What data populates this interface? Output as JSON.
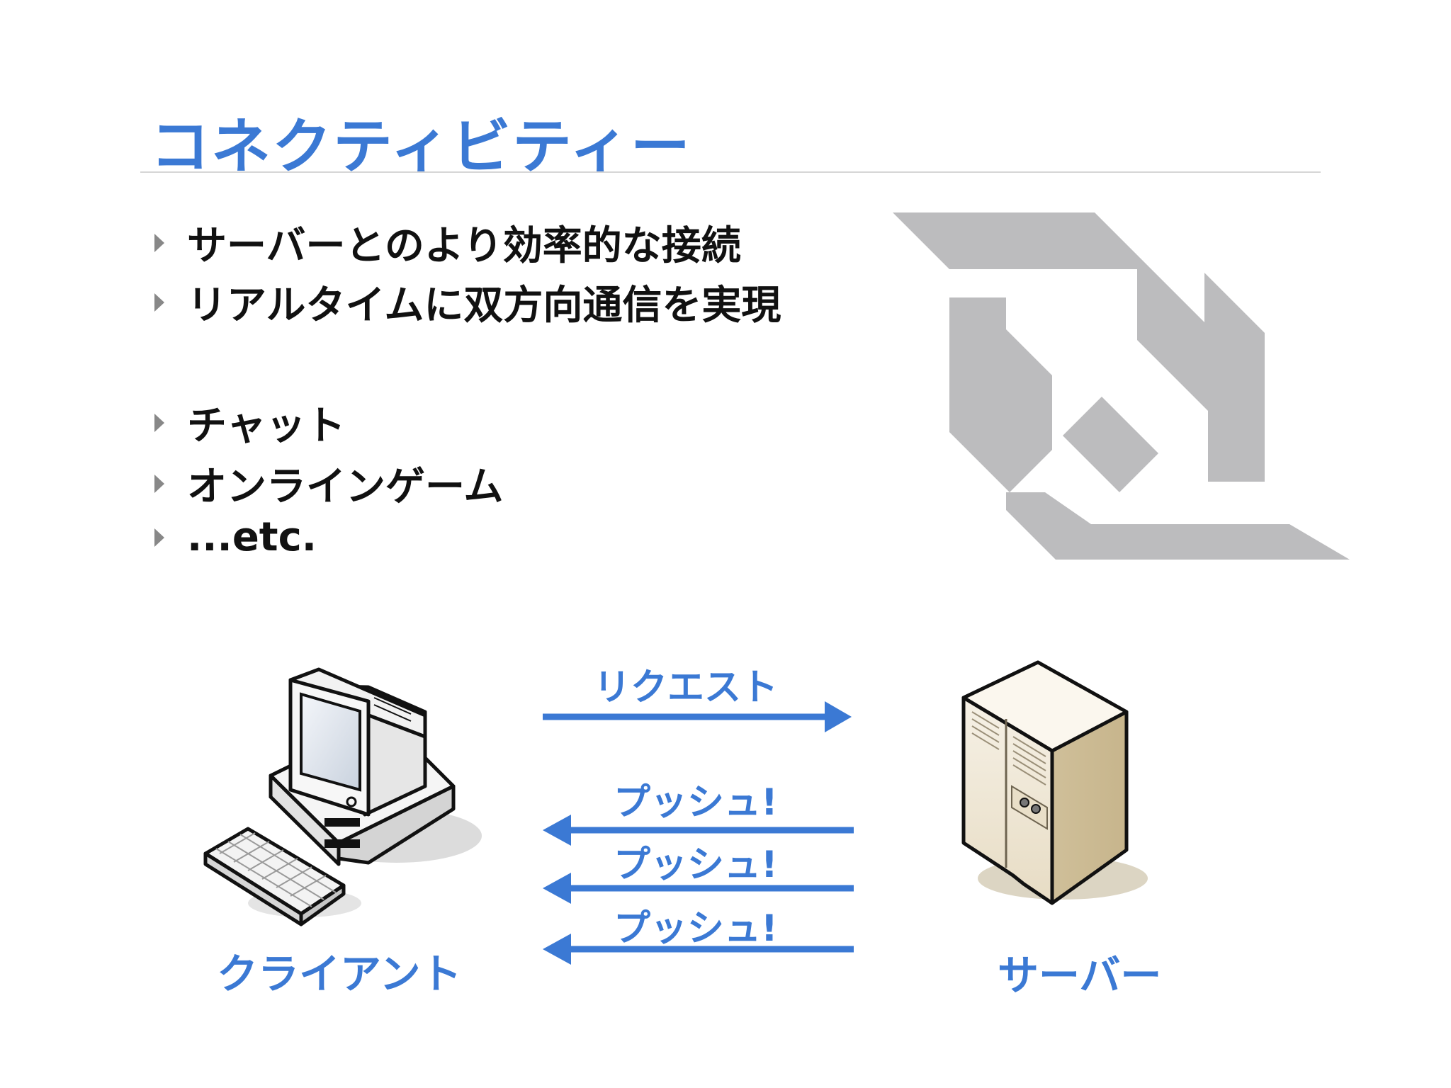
{
  "slide": {
    "title": "コネクティビティー",
    "bullets": [
      "サーバーとのより効率的な接続",
      "リアルタイムに双方向通信を実現",
      "チャット",
      "オンラインゲーム",
      "...etc."
    ]
  },
  "diagram": {
    "client_label": "クライアント",
    "server_label": "サーバー",
    "request_label": "リクエスト",
    "push_labels": [
      "プッシュ!",
      "プッシュ!",
      "プッシュ!"
    ]
  },
  "colors": {
    "accent": "#3b79d4",
    "logo_gray": "#bcbcbe"
  }
}
